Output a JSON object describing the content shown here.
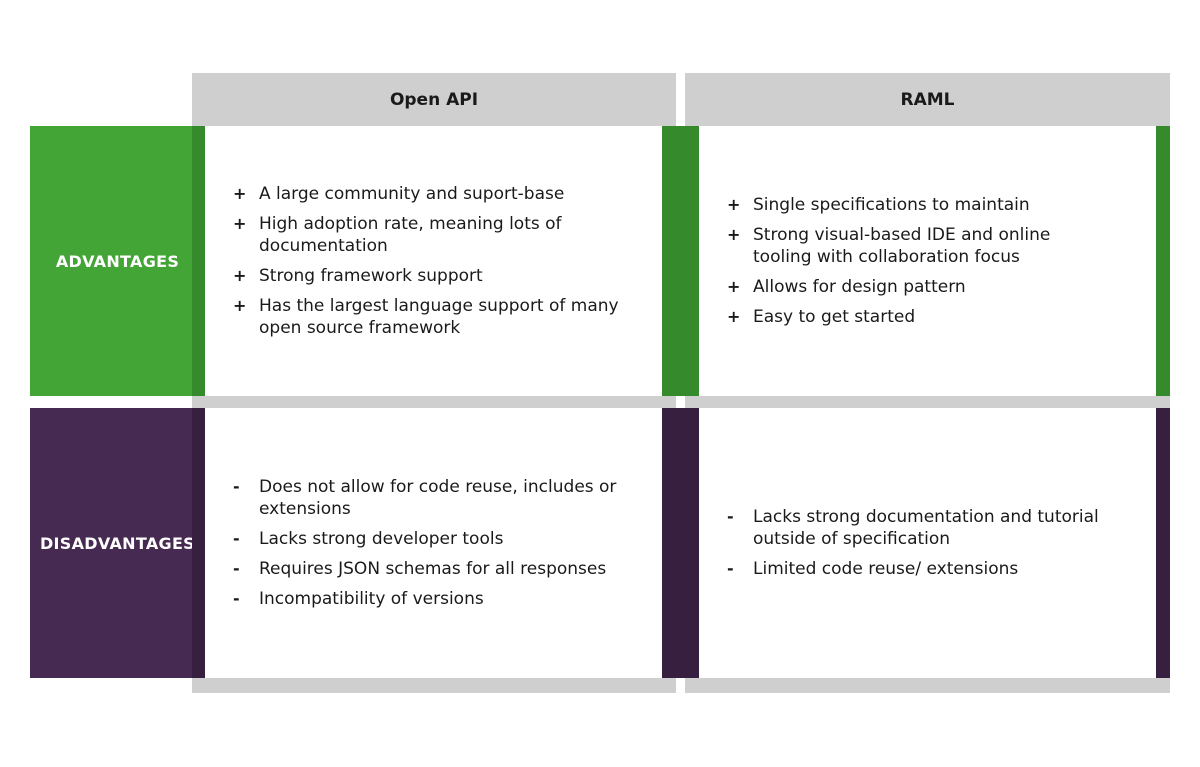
{
  "columns": {
    "openapi": "Open API",
    "raml": "RAML"
  },
  "rows": {
    "advantages": "ADVANTAGES",
    "disadvantages": "DISADVANTAGES"
  },
  "markers": {
    "plus": "+",
    "minus": "-"
  },
  "cells": {
    "openapi_advantages": [
      "A large community and suport-base",
      "High adoption rate, meaning lots of documentation",
      "Strong framework support",
      "Has the largest language support of many open source framework"
    ],
    "raml_advantages": [
      "Single specifications to maintain",
      "Strong visual-based IDE and online tooling with collaboration focus",
      "Allows for design pattern",
      "Easy to get started"
    ],
    "openapi_disadvantages": [
      "Does not allow for code reuse, includes or extensions",
      "Lacks strong developer tools",
      "Requires JSON schemas for all responses",
      "Incompatibility of versions"
    ],
    "raml_disadvantages": [
      "Lacks strong documentation and tutorial outside of specification",
      "Limited code reuse/ extensions"
    ]
  },
  "colors": {
    "header_gray": "#cfcfcf",
    "advantage_green": "#43a535",
    "advantage_green_dark": "#358a2c",
    "disadvantage_purple": "#472a52",
    "disadvantage_purple_dark": "#37203f"
  }
}
